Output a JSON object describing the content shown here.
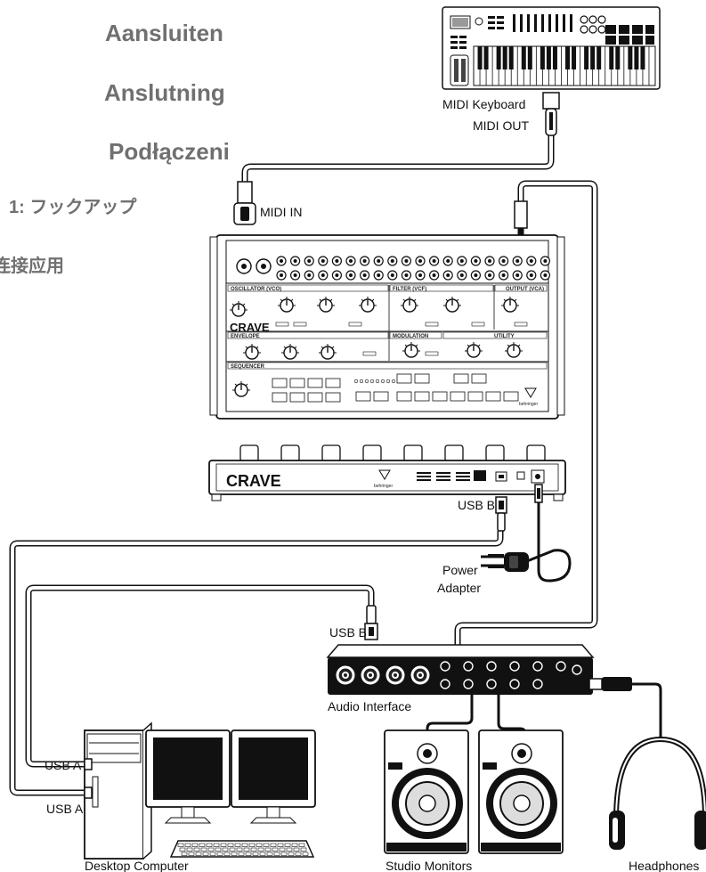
{
  "headings": [
    "Aansluiten",
    "Anslutning",
    "Podłączeni",
    "1: フックアップ",
    "连接应用"
  ],
  "labels": {
    "midi_keyboard": "MIDI Keyboard",
    "midi_out": "MIDI OUT",
    "midi_in": "MIDI IN",
    "usb_b_synth": "USB B",
    "power_adapter_1": "Power",
    "power_adapter_2": "Adapter",
    "usb_b_interface": "USB B",
    "audio_interface": "Audio Interface",
    "usb_a_top": "USB A",
    "usb_a_bottom": "USB A",
    "desktop_computer": "Desktop Computer",
    "studio_monitors": "Studio Monitors",
    "headphones": "Headphones"
  },
  "device_text": {
    "synth_logo": "CRAVE",
    "brand": "behringer",
    "sec_vco": "OSCILLATOR (VCO)",
    "sec_vcf": "FILTER (VCF)",
    "sec_vca": "OUTPUT (VCA)",
    "sec_env": "ENVELOPE",
    "sec_mod": "MODULATION",
    "sec_util": "UTILITY",
    "sec_seq": "SEQUENCER"
  }
}
